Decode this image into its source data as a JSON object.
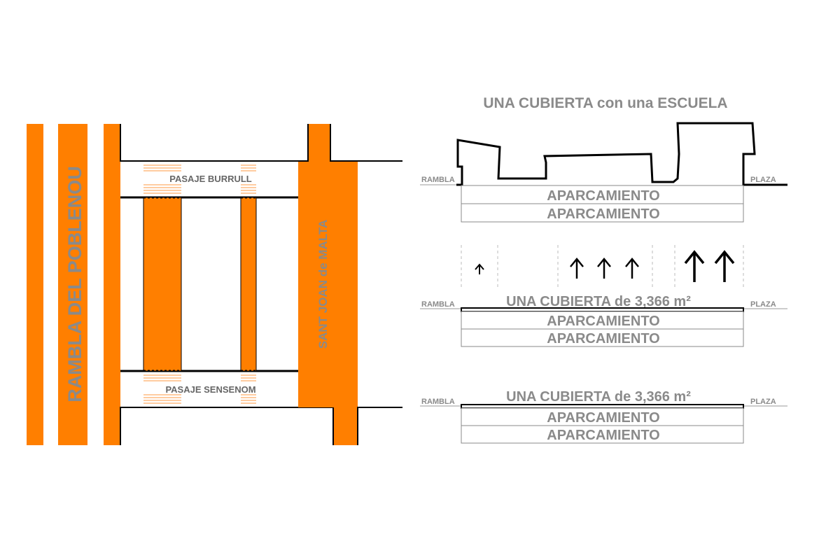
{
  "plan": {
    "rambla": "RAMBLA DEL POBLENOU",
    "sant_joan": "SANT JOAN de MALTA",
    "pasaje_burrull": "PASAJE BURRULL",
    "pasaje_sensenom": "PASAJE SENSENOM"
  },
  "sections": {
    "top": {
      "title": "UNA CUBIERTA con una ESCUELA",
      "left": "RAMBLA",
      "right": "PLAZA",
      "levels": [
        "APARCAMIENTO",
        "APARCAMIENTO"
      ]
    },
    "middle": {
      "title": "UNA CUBIERTA de 3,366 m²",
      "left": "RAMBLA",
      "right": "PLAZA",
      "levels": [
        "APARCAMIENTO",
        "APARCAMIENTO"
      ]
    },
    "bottom": {
      "title": "UNA CUBIERTA de 3,366 m²",
      "left": "RAMBLA",
      "right": "PLAZA",
      "levels": [
        "APARCAMIENTO",
        "APARCAMIENTO"
      ]
    }
  },
  "colors": {
    "orange": "#ff7f00",
    "gray_text": "#8a8a8a",
    "line": "#000000"
  },
  "icons": [
    "up-arrow-icon"
  ]
}
